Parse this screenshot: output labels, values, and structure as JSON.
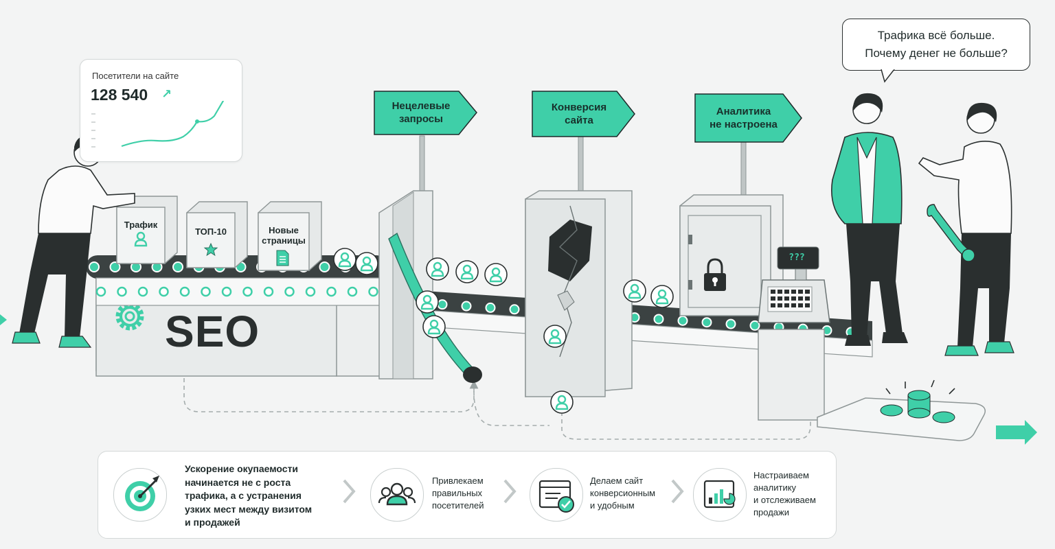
{
  "stats": {
    "label": "Посетители на сайте",
    "value": "128 540"
  },
  "speech": {
    "line1": "Трафика всё больше.",
    "line2": "Почему денег не больше?"
  },
  "signs": [
    {
      "line1": "Нецелевые",
      "line2": "запросы"
    },
    {
      "line1": "Конверсия",
      "line2": "сайта"
    },
    {
      "line1": "Аналитика",
      "line2": "не настроена"
    }
  ],
  "boxes": [
    {
      "line1": "Трафик",
      "line2": "",
      "icon": "user-icon"
    },
    {
      "line1": "ТОП-10",
      "line2": "",
      "icon": "star-icon"
    },
    {
      "line1": "Новые",
      "line2": "страницы",
      "icon": "document-icon"
    }
  ],
  "machine": {
    "label": "SEO"
  },
  "register": {
    "display": "???"
  },
  "steps": [
    {
      "lines": [
        "Ускорение окупаемости",
        "начинается не с роста",
        "трафика, а с устранения",
        "узких мест между визитом",
        "и продажей"
      ],
      "icon": "target-icon"
    },
    {
      "lines": [
        "Привлекаем",
        "правильных",
        "посетителей"
      ],
      "icon": "users-icon"
    },
    {
      "lines": [
        "Делаем сайт",
        "конверсионным",
        "и удобным"
      ],
      "icon": "browser-check-icon"
    },
    {
      "lines": [
        "Настраиваем",
        "аналитику",
        "и отслеживаем",
        "продажи"
      ],
      "icon": "analytics-icon"
    }
  ],
  "colors": {
    "accent": "#3fcfa8",
    "accent_dark": "#2fa886",
    "ink": "#2a2f2f",
    "background": "#f3f4f4"
  }
}
